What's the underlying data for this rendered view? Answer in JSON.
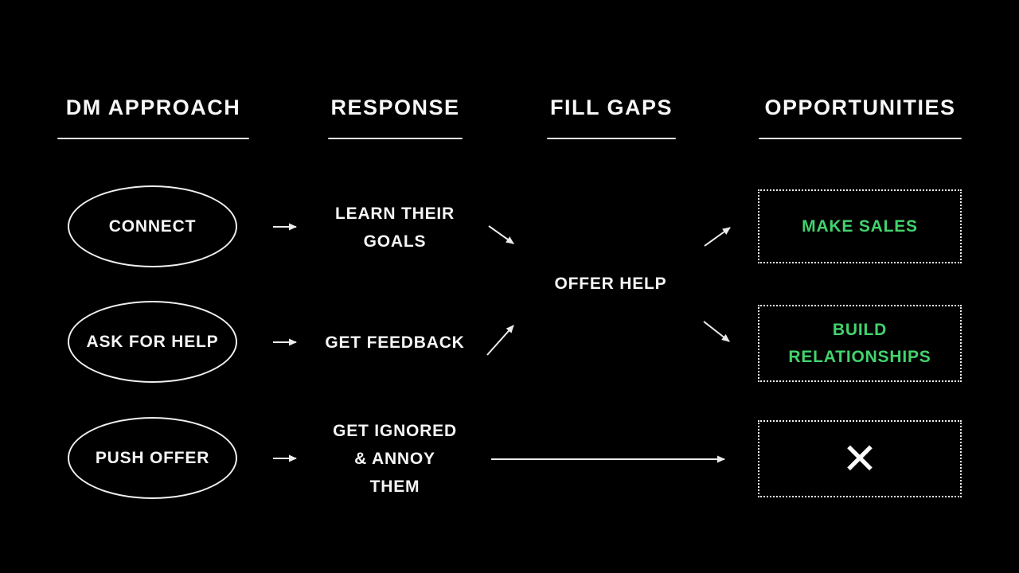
{
  "colors": {
    "background": "#000000",
    "foreground": "#f5f5f5",
    "green": "#42d36d"
  },
  "headers": [
    {
      "label": "DM APPROACH"
    },
    {
      "label": "RESPONSE"
    },
    {
      "label": "FILL GAPS"
    },
    {
      "label": "OPPORTUNITIES"
    }
  ],
  "dm_approaches": [
    {
      "label": "CONNECT"
    },
    {
      "label": "ASK FOR HELP"
    },
    {
      "label": "PUSH OFFER"
    }
  ],
  "responses": [
    {
      "label": "LEARN THEIR\nGOALS"
    },
    {
      "label": "GET FEEDBACK"
    },
    {
      "label": "GET IGNORED\n& ANNOY\nTHEM"
    }
  ],
  "fill_gaps": {
    "label": "OFFER HELP"
  },
  "opportunities": [
    {
      "label": "MAKE SALES"
    },
    {
      "label": "BUILD\nRELATIONSHIPS"
    },
    {
      "label": "✕"
    }
  ]
}
